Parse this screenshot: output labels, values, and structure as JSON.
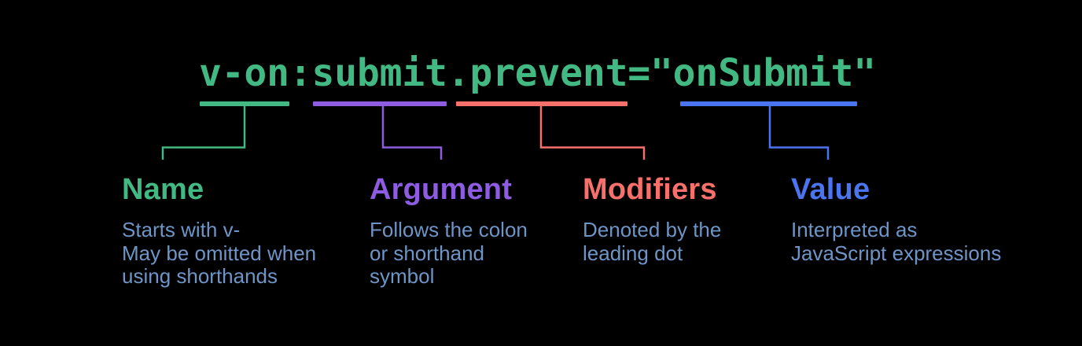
{
  "canvas": {
    "background_color": "#000000",
    "description_text_color": "#6e95c5"
  },
  "code": {
    "text": "v-on:submit.prevent=\"onSubmit\"",
    "color": "#42b883"
  },
  "parts": [
    {
      "id": "name",
      "token": "v-on",
      "label": "Name",
      "color": "#42b883",
      "description": "Starts with v-\nMay be omitted when\nusing shorthands"
    },
    {
      "id": "argument",
      "token": "submit",
      "label": "Argument",
      "color": "#8d5ce0",
      "description": "Follows the colon\nor shorthand\nsymbol"
    },
    {
      "id": "modifiers",
      "token": ".prevent",
      "label": "Modifiers",
      "color": "#f8706b",
      "description": "Denoted by the\nleading dot"
    },
    {
      "id": "value",
      "token": "onSubmit",
      "label": "Value",
      "color": "#4a74f0",
      "description": "Interpreted as\nJavaScript expressions"
    }
  ]
}
